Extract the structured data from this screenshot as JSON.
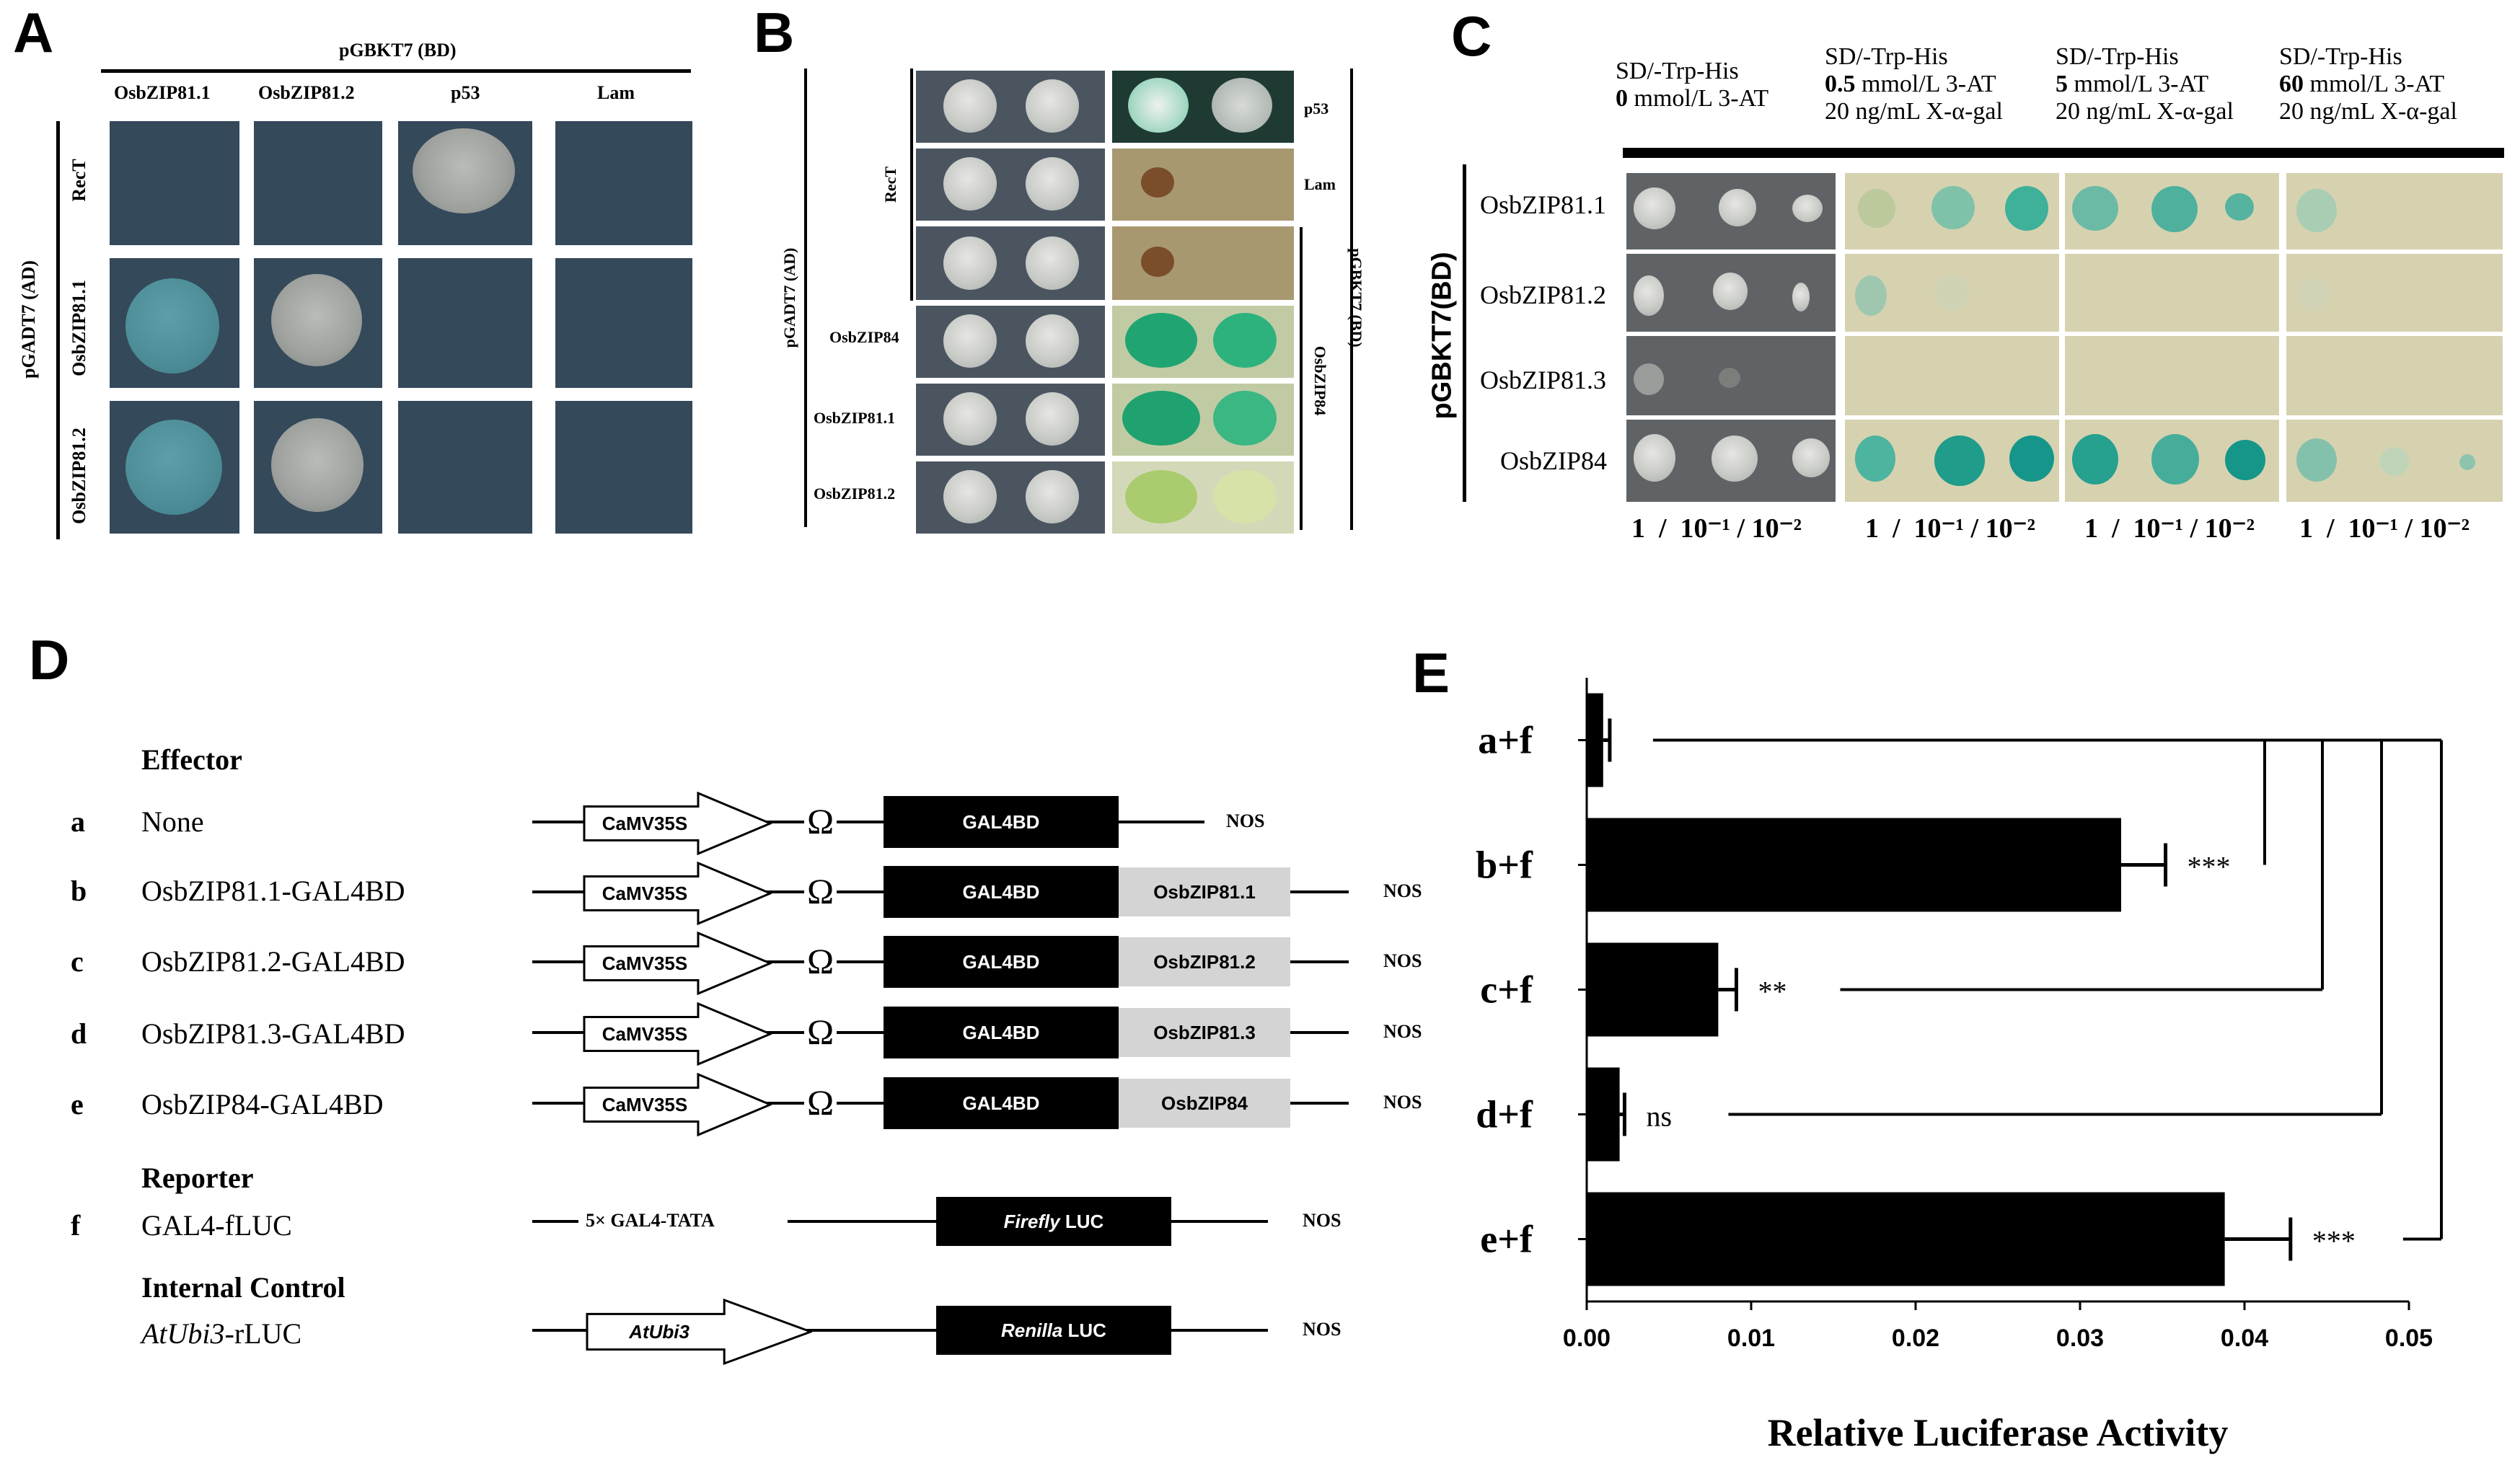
{
  "panel_labels": {
    "a": "A",
    "b": "B",
    "c": "C",
    "d": "D",
    "e": "E"
  },
  "panelA": {
    "top_header": "pGBKT7 (BD)",
    "side_header": "pGADT7 (AD)",
    "columns": [
      "OsbZIP81.1",
      "OsbZIP81.2",
      "p53",
      "Lam"
    ],
    "rows": [
      "RecT",
      "OsbZIP81.1",
      "OsbZIP81.2"
    ]
  },
  "panelB": {
    "side_header_left": "pGADT7 (AD)",
    "side_header_right": "pGBKT7 (BD)",
    "rect_label": "RecT",
    "rows": [
      "OsbZIP84",
      "OsbZIP81.1",
      "OsbZIP81.2"
    ],
    "right_labels": [
      "p53",
      "Lam",
      "OsbZIP84"
    ]
  },
  "panelC": {
    "side_header": "pGBKT7(BD)",
    "columns": [
      {
        "line1": "SD/-Trp-His",
        "line2_bold": "0",
        "line2": " mmol/L 3-AT",
        "line3": ""
      },
      {
        "line1": "SD/-Trp-His",
        "line2_bold": "0.5",
        "line2": " mmol/L 3-AT",
        "line3": "20 ng/mL X-α-gal"
      },
      {
        "line1": "SD/-Trp-His",
        "line2_bold": "5",
        "line2": " mmol/L 3-AT",
        "line3": "20 ng/mL X-α-gal"
      },
      {
        "line1": "SD/-Trp-His",
        "line2_bold": "60",
        "line2": " mmol/L 3-AT",
        "line3": "20 ng/mL X-α-gal"
      }
    ],
    "rows": [
      "OsbZIP81.1",
      "OsbZIP81.2",
      "OsbZIP81.3",
      "OsbZIP84"
    ],
    "dilution_label": "1  /  10⁻¹ / 10⁻²"
  },
  "panelD": {
    "effector_header": "Effector",
    "reporter_header": "Reporter",
    "control_header": "Internal Control",
    "rows": [
      {
        "letter": "a",
        "name": "None"
      },
      {
        "letter": "b",
        "name": "OsbZIP81.1-GAL4BD"
      },
      {
        "letter": "c",
        "name": "OsbZIP81.2-GAL4BD"
      },
      {
        "letter": "d",
        "name": "OsbZIP81.3-GAL4BD"
      },
      {
        "letter": "e",
        "name": "OsbZIP84-GAL4BD"
      }
    ],
    "reporter": {
      "letter": "f",
      "name": "GAL4-fLUC"
    },
    "control": {
      "name_italic": "AtUbi3",
      "name_rest": "-rLUC"
    },
    "promoter": "CaMV35S",
    "omega": "Ω",
    "gal4bd": "GAL4BD",
    "fusions": [
      "OsbZIP81.1",
      "OsbZIP81.2",
      "OsbZIP81.3",
      "OsbZIP84"
    ],
    "terminator": "NOS",
    "reporter_promoter": "5× GAL4-TATA",
    "firefly_italic": "Firefly",
    "renilla_italic": "Renilla",
    "luc": " LUC",
    "atubi3": "AtUbi3"
  },
  "chart_data": {
    "type": "bar",
    "orientation": "horizontal",
    "categories": [
      "a+f",
      "b+f",
      "c+f",
      "d+f",
      "e+f"
    ],
    "values": [
      0.001,
      0.0325,
      0.008,
      0.002,
      0.0388
    ],
    "errors": [
      0.0004,
      0.0027,
      0.0011,
      0.0003,
      0.004
    ],
    "significance": [
      "",
      "***",
      "**",
      "ns",
      "***"
    ],
    "xlabel": "Relative Luciferase Activity",
    "xlim": [
      0,
      0.05
    ],
    "xticks": [
      "0.00",
      "0.01",
      "0.02",
      "0.03",
      "0.04",
      "0.05"
    ],
    "colors": {
      "bar": "#000000"
    }
  }
}
